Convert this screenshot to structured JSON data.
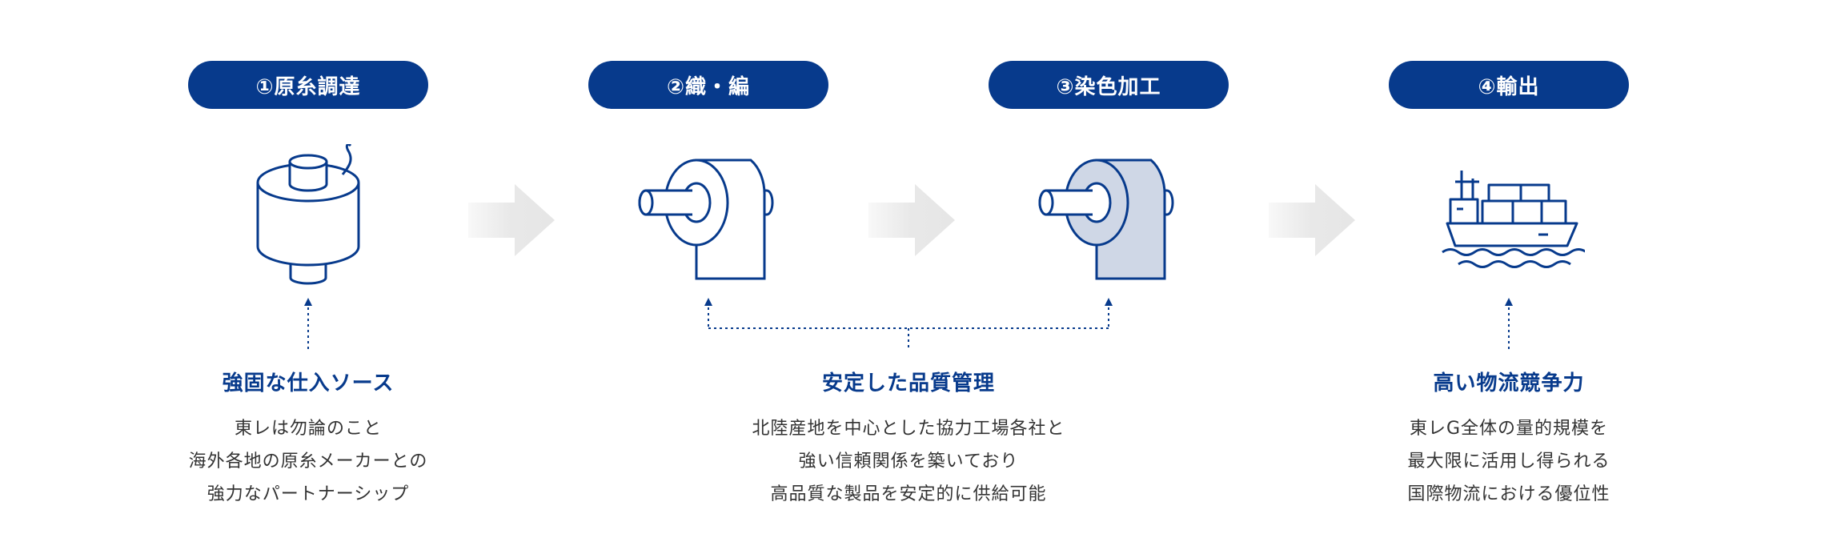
{
  "colors": {
    "primary": "#073a8c",
    "arrow": "#e8e8e8",
    "dyed_fill": "#cfd7e6",
    "text": "#333333"
  },
  "steps": [
    {
      "label": "①原糸調達",
      "icon": "yarn-spool-icon"
    },
    {
      "label": "②織・編",
      "icon": "fabric-roll-icon"
    },
    {
      "label": "③染色加工",
      "icon": "dyed-fabric-roll-icon"
    },
    {
      "label": "④輸出",
      "icon": "cargo-ship-icon"
    }
  ],
  "features": [
    {
      "heading": "強固な仕入ソース",
      "lines": [
        "東レは勿論のこと",
        "海外各地の原糸メーカーとの",
        "強力なパートナーシップ"
      ]
    },
    {
      "heading": "安定した品質管理",
      "lines": [
        "北陸産地を中心とした協力工場各社と",
        "強い信頼関係を築いており",
        "高品質な製品を安定的に供給可能"
      ]
    },
    {
      "heading": "高い物流競争力",
      "lines": [
        "東レG全体の量的規模を",
        "最大限に活用し得られる",
        "国際物流における優位性"
      ]
    }
  ]
}
